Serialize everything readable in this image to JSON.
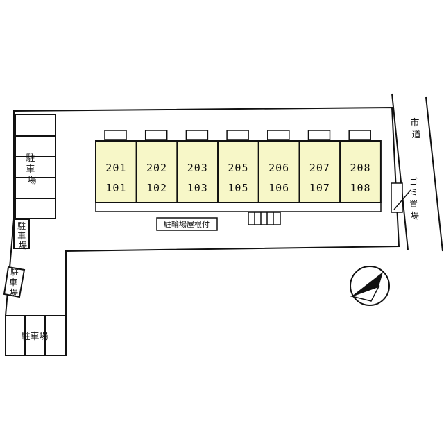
{
  "units": [
    {
      "upper": "201",
      "lower": "101"
    },
    {
      "upper": "202",
      "lower": "102"
    },
    {
      "upper": "203",
      "lower": "103"
    },
    {
      "upper": "205",
      "lower": "105"
    },
    {
      "upper": "206",
      "lower": "106"
    },
    {
      "upper": "207",
      "lower": "107"
    },
    {
      "upper": "208",
      "lower": "108"
    }
  ],
  "labels": {
    "road": "市道",
    "garbage": "ゴミ置場",
    "bike_roof": "駐輪場屋根付",
    "parking": "駐車場"
  },
  "colors": {
    "building_fill": "#f7f7c8",
    "line": "#111111"
  }
}
